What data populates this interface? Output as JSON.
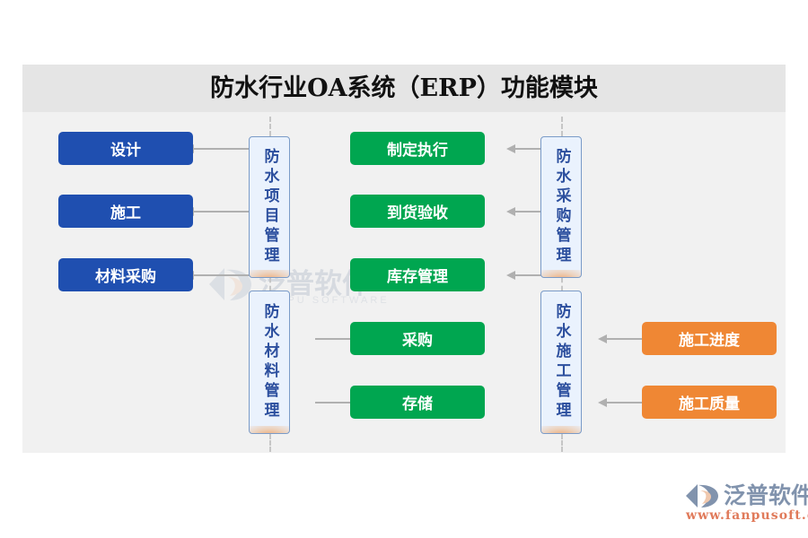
{
  "panel": {
    "title": "防水行业OA系统（ERP）功能模块"
  },
  "watermark": {
    "mark_icon": "fanpu-logo-icon",
    "text_cn": "泛普软件",
    "text_en": "FANPU SOFTWARE"
  },
  "brand": {
    "mark_icon": "fanpu-logo-icon",
    "name_cn": "泛普软件",
    "url": "www.fanpusoft.com"
  },
  "colors": {
    "blue": "#1f4fb0",
    "green": "#00a650",
    "orange": "#ef8734",
    "module_fill": "#eaf2fd",
    "module_border": "#7a9bc8",
    "module_text": "#2c4f9e",
    "connector": "#b0b0b0",
    "panel_bg": "#f1f1f1",
    "panel_header_bg": "#e5e5e5"
  },
  "modules": [
    {
      "id": "project-management",
      "label": "防水项目管理"
    },
    {
      "id": "material-management",
      "label": "防水材料管理"
    },
    {
      "id": "purchase-management",
      "label": "防水采购管理"
    },
    {
      "id": "construction-management",
      "label": "防水施工管理"
    }
  ],
  "nodes": {
    "project": [
      {
        "id": "design",
        "label": "设计",
        "color": "blue"
      },
      {
        "id": "construction",
        "label": "施工",
        "color": "blue"
      },
      {
        "id": "material-purchase",
        "label": "材料采购",
        "color": "blue"
      }
    ],
    "purchase": [
      {
        "id": "plan-execution",
        "label": "制定执行",
        "color": "green"
      },
      {
        "id": "goods-acceptance",
        "label": "到货验收",
        "color": "green"
      },
      {
        "id": "inventory-management",
        "label": "库存管理",
        "color": "green"
      }
    ],
    "material": [
      {
        "id": "procurement",
        "label": "采购",
        "color": "green"
      },
      {
        "id": "storage",
        "label": "存储",
        "color": "green"
      }
    ],
    "construction": [
      {
        "id": "construction-progress",
        "label": "施工进度",
        "color": "orange"
      },
      {
        "id": "construction-quality",
        "label": "施工质量",
        "color": "orange"
      }
    ]
  }
}
